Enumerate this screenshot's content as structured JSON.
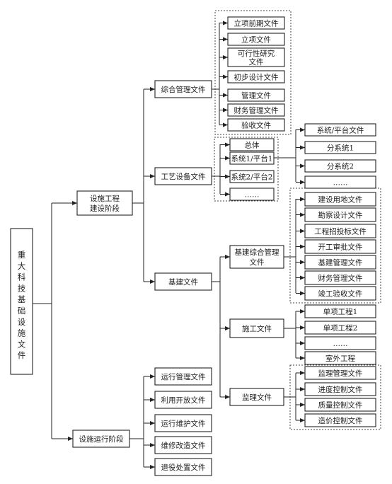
{
  "root": "重大科技基础设施文件",
  "stages": {
    "construction": "设施工程建设阶段",
    "operation": "设施运行阶段"
  },
  "construction_children": {
    "management": "综合管理文件",
    "equipment": "工艺设备文件",
    "civil": "基建文件"
  },
  "management_docs": [
    "立项前期文件",
    "立项文件",
    "可行性研究文件",
    "初步设计文件",
    "管理文件",
    "财务管理文件",
    "验收文件"
  ],
  "equipment_items": [
    "总体",
    "系统1/平台1",
    "系统2/平台2",
    "……"
  ],
  "platform_items": [
    "系统/平台文件",
    "分系统1",
    "分系统2",
    "……"
  ],
  "civil_children": {
    "comprehensive": "基建综合管理文件",
    "construction": "施工文件",
    "supervision": "监理文件"
  },
  "comprehensive_docs": [
    "建设用地文件",
    "勘察设计文件",
    "工程招投标文件",
    "开工审批文件",
    "基建管理文件",
    "财务管理文件",
    "竣工验收文件"
  ],
  "construction_docs": [
    "单项工程1",
    "单项工程2",
    "……",
    "室外工程"
  ],
  "supervision_docs": [
    "监理管理文件",
    "进度控制文件",
    "质量控制文件",
    "造价控制文件"
  ],
  "operation_docs": [
    "运行管理文件",
    "利用开放文件",
    "运行维护文件",
    "维修改造文件",
    "退役处置文件"
  ]
}
